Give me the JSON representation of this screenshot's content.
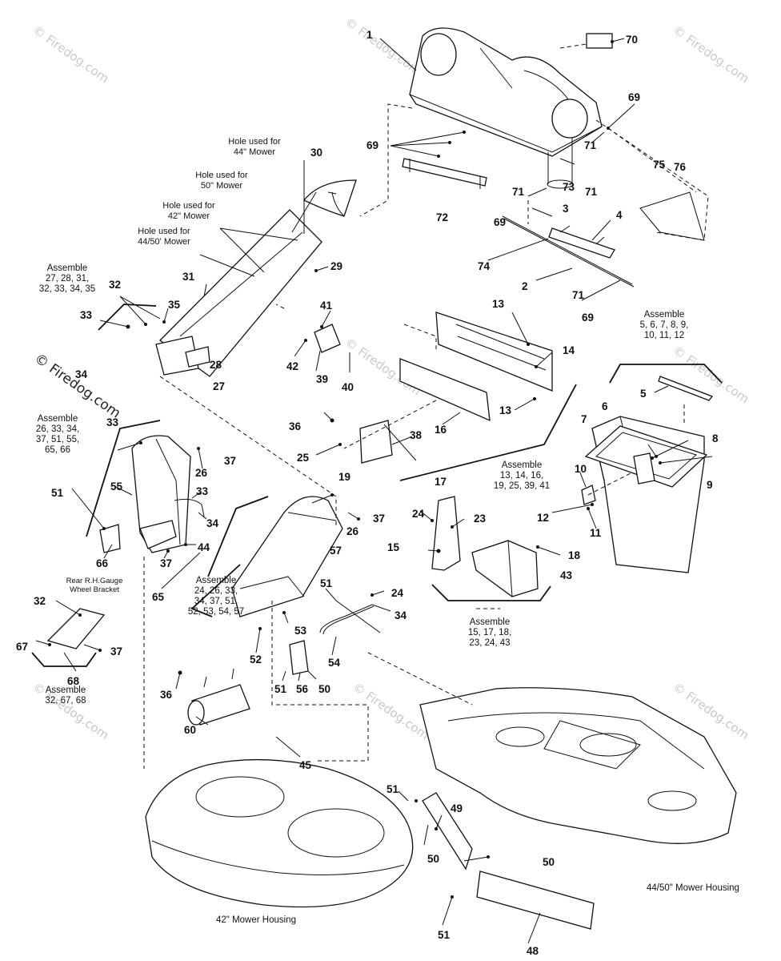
{
  "watermark": "Firedog.com",
  "watermark_symbol": "©",
  "callouts": {
    "c1": "1",
    "c2": "2",
    "c3": "3",
    "c4": "4",
    "c5": "5",
    "c6": "6",
    "c7": "7",
    "c8": "8",
    "c9": "9",
    "c10": "10",
    "c11": "11",
    "c12": "12",
    "c13a": "13",
    "c13b": "13",
    "c14": "14",
    "c15": "15",
    "c16": "16",
    "c17": "17",
    "c18": "18",
    "c19": "19",
    "c23": "23",
    "c24a": "24",
    "c24b": "24",
    "c25": "25",
    "c26a": "26",
    "c26b": "26",
    "c27": "27",
    "c28": "28",
    "c29": "29",
    "c30": "30",
    "c31": "31",
    "c32a": "32",
    "c32b": "32",
    "c33a": "33",
    "c33b": "33",
    "c33c": "33",
    "c34a": "34",
    "c34b": "34",
    "c34c": "34",
    "c35": "35",
    "c36a": "36",
    "c36b": "36",
    "c37a": "37",
    "c37b": "37",
    "c37c": "37",
    "c37d": "37",
    "c38": "38",
    "c39": "39",
    "c40": "40",
    "c41": "41",
    "c42": "42",
    "c43": "43",
    "c44": "44",
    "c45": "45",
    "c48": "48",
    "c49": "49",
    "c50a": "50",
    "c50b": "50",
    "c50c": "50",
    "c51a": "51",
    "c51b": "51",
    "c51c": "51",
    "c51d": "51",
    "c51e": "51",
    "c52": "52",
    "c53": "53",
    "c54": "54",
    "c55": "55",
    "c56": "56",
    "c57": "57",
    "c60": "60",
    "c65": "65",
    "c66": "66",
    "c67": "67",
    "c68": "68",
    "c69a": "69",
    "c69b": "69",
    "c69c": "69",
    "c69d": "69",
    "c70": "70",
    "c71a": "71",
    "c71b": "71",
    "c71c": "71",
    "c71d": "71",
    "c72": "72",
    "c73": "73",
    "c74": "74",
    "c75": "75",
    "c76": "76"
  },
  "hole_notes": {
    "hole_44": [
      "Hole used for",
      "44\" Mower"
    ],
    "hole_50": [
      "Hole used for",
      "50\" Mower"
    ],
    "hole_42": [
      "Hole used for",
      "42\" Mower"
    ],
    "hole_4450": [
      "Hole used for",
      "44/50' Mower"
    ]
  },
  "assemblies": {
    "asm_top_left": [
      "Assemble",
      "27, 28, 31,",
      "32, 33, 34, 35"
    ],
    "asm_left": [
      "Assemble",
      "26, 33, 34,",
      "37, 51, 55,",
      "65, 66"
    ],
    "asm_middle": [
      "Assemble",
      "24, 26, 33,",
      "34, 37, 51,",
      "52, 53, 54, 57"
    ],
    "asm_bracket_bottom": [
      "Assemble",
      "32, 67, 68"
    ],
    "asm_right_bag": [
      "Assemble",
      "5, 6, 7, 8, 9,",
      "10, 11, 12"
    ],
    "asm_center": [
      "Assemble",
      "13, 14, 16,",
      "19, 25, 39, 41"
    ],
    "asm_lower_center": [
      "Assemble",
      "15, 17, 18,",
      "23, 24, 43"
    ]
  },
  "labels": {
    "bracket_note": [
      "Rear R.H.Gauge",
      "Wheel Bracket"
    ],
    "housing_42": "42\" Mower Housing",
    "housing_4450": "44/50\" Mower Housing"
  }
}
